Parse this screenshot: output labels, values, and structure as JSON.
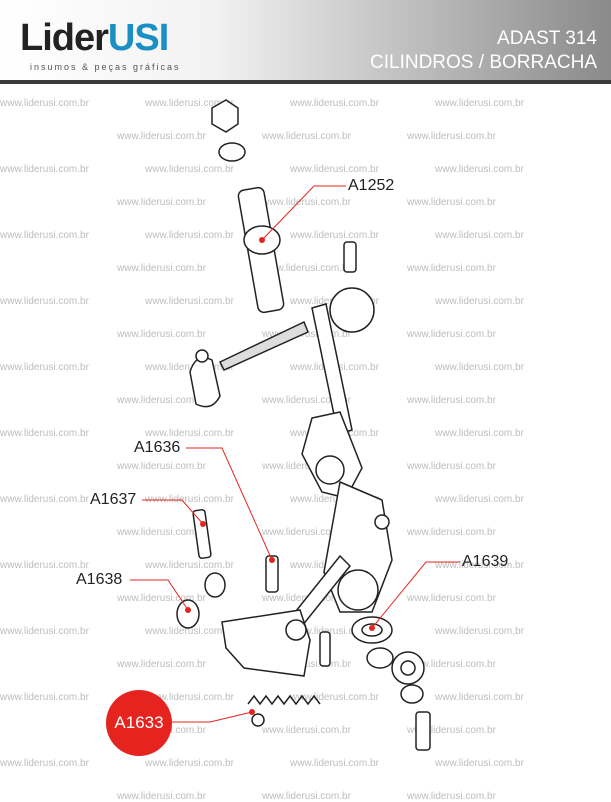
{
  "brand": {
    "name_part1": "Lider",
    "name_part2": "USI",
    "tagline": "insumos & peças gráficas"
  },
  "header": {
    "model": "ADAST 314",
    "section": "CILINDROS / BORRACHA"
  },
  "watermark": "www.liderusi.com.br",
  "callouts": {
    "a1252": "A1252",
    "a1636": "A1636",
    "a1637": "A1637",
    "a1638": "A1638",
    "a1639": "A1639",
    "a1633": "A1633"
  },
  "colors": {
    "accent_red": "#e52420",
    "brand_blue": "#1a8fc4",
    "header_dark": "#3a3a3a"
  }
}
